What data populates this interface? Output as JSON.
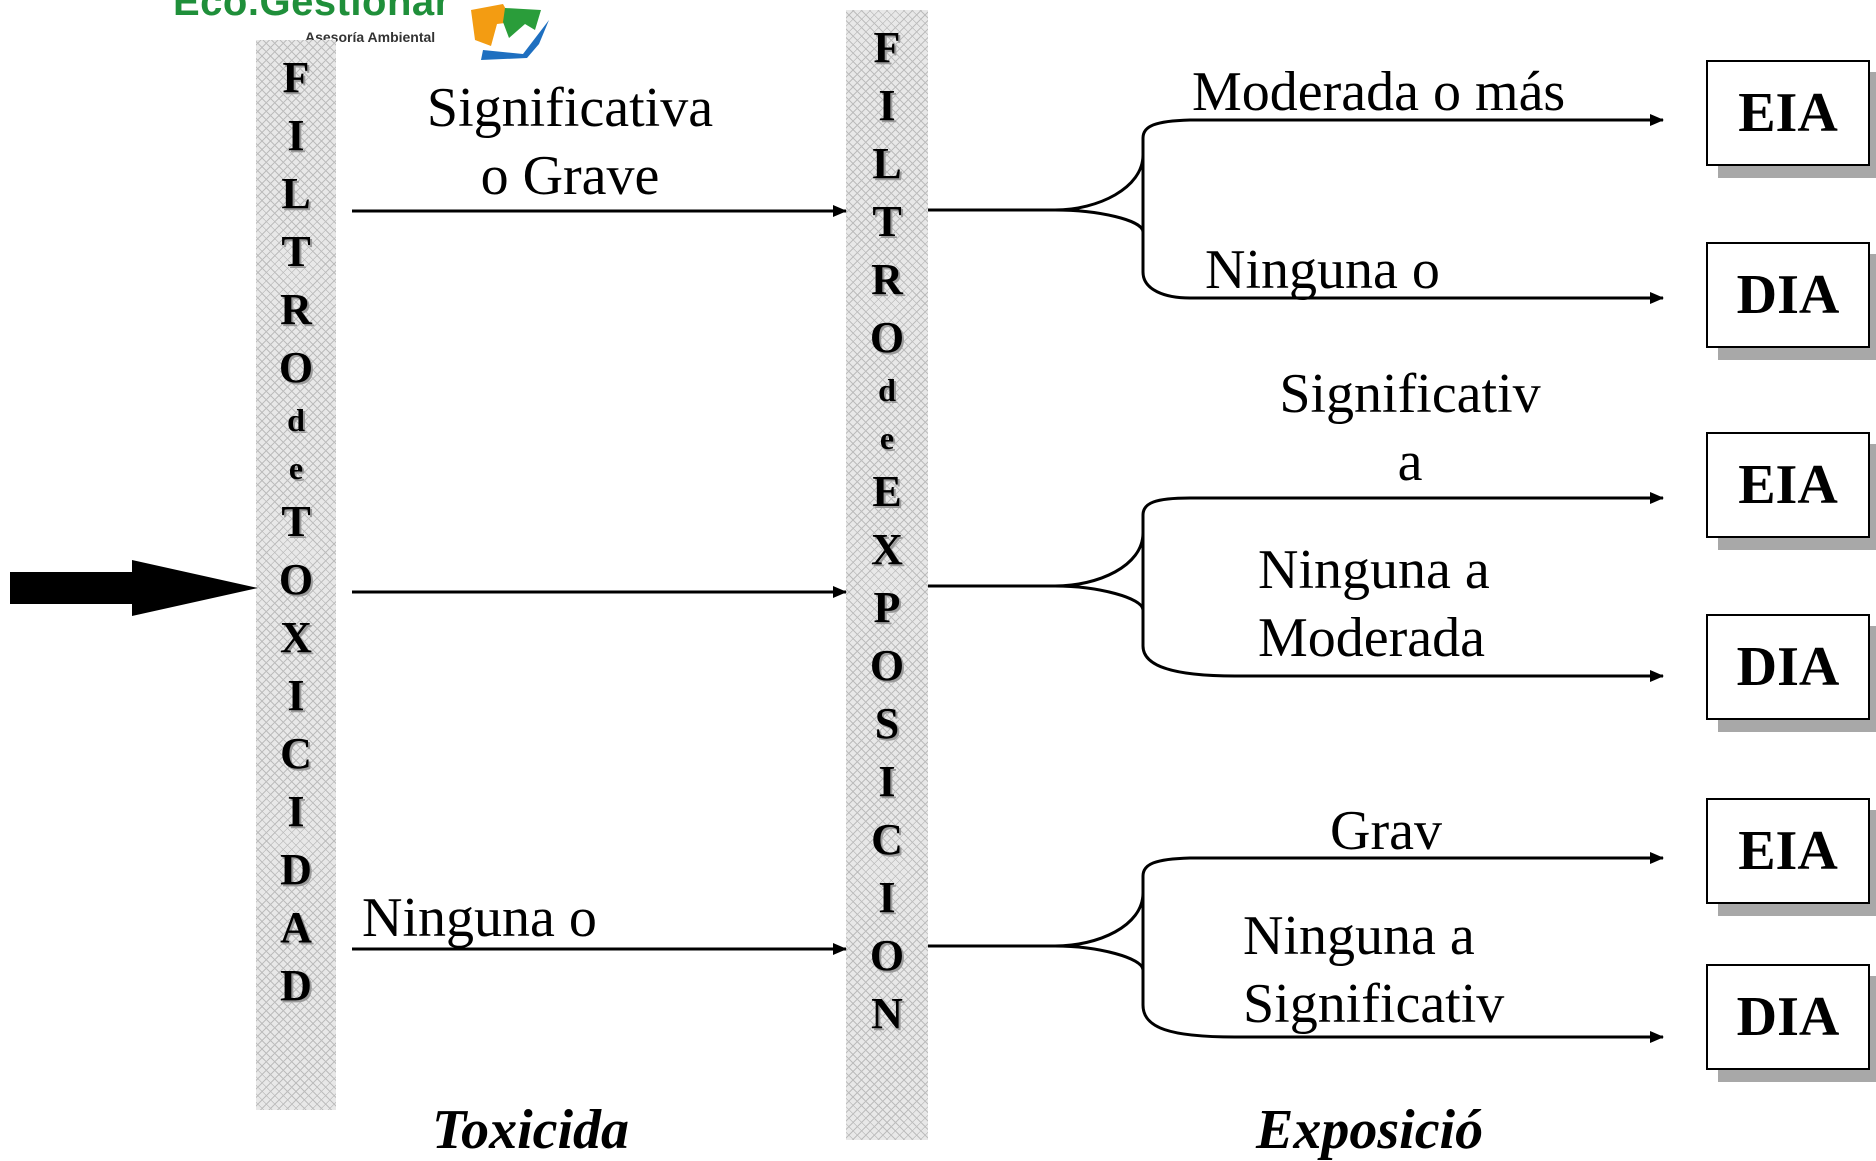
{
  "logo": {
    "name": "Eco.Gestionar",
    "subtitle": "Asesoría Ambiental"
  },
  "filter_toxicity": {
    "letters": [
      "F",
      "I",
      "L",
      "T",
      "R",
      "O",
      "d",
      "e",
      "T",
      "O",
      "X",
      "I",
      "C",
      "I",
      "D",
      "A",
      "D"
    ]
  },
  "filter_exposure": {
    "letters": [
      "F",
      "I",
      "L",
      "T",
      "R",
      "O",
      "d",
      "e",
      "E",
      "X",
      "P",
      "O",
      "S",
      "I",
      "C",
      "I",
      "O",
      "N"
    ]
  },
  "toxicity_branches": {
    "top": [
      "Significativa",
      "o Grave"
    ],
    "bottom": "Ninguna o"
  },
  "exposure_branches": {
    "group1": {
      "upper": "Moderada o más",
      "lower": "Ninguna o"
    },
    "group2": {
      "upper": [
        "Significativ",
        "a"
      ],
      "lower": [
        "Ninguna a",
        "Moderada"
      ]
    },
    "group3": {
      "upper": "Grav",
      "lower": [
        "Ninguna a",
        "Significativ"
      ]
    }
  },
  "results": [
    "EIA",
    "DIA",
    "EIA",
    "DIA",
    "EIA",
    "DIA"
  ],
  "axis_labels": {
    "left": "Toxicida",
    "right": "Exposició"
  },
  "colors": {
    "logo_green": "#1f8f3a",
    "logo_blue": "#1e6fc0",
    "shadow": "#a8a8a8"
  }
}
